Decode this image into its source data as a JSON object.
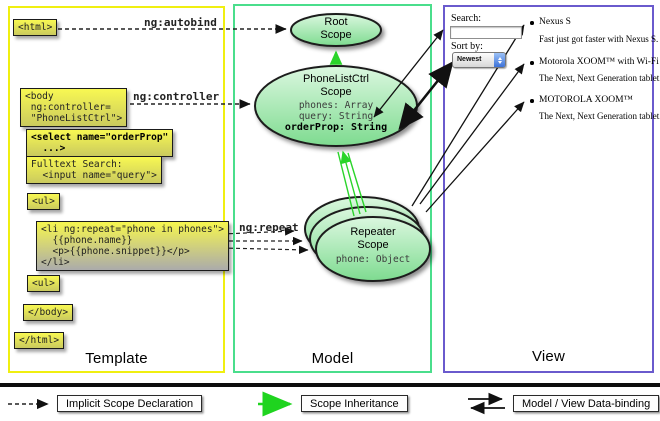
{
  "template_panel": {
    "label": "Template",
    "annotations": {
      "autobind": "ng:autobind",
      "controller": "ng:controller",
      "repeat": "ng:repeat"
    },
    "boxes": {
      "html_open": "<html>",
      "body_open": [
        "<body",
        " ng:controller=",
        " \"PhoneListCtrl\">"
      ],
      "select": [
        "<select name=\"orderProp\"",
        "  ...>"
      ],
      "fulltext": [
        "Fulltext Search:",
        "  <input name=\"query\">"
      ],
      "ul_open": "<ul>",
      "li_repeat": [
        "<li ng:repeat=\"phone in phones\">",
        "  {{phone.name}}",
        "  <p>{{phone.snippet}}</p>",
        "</li>"
      ],
      "ul_close": "<ul>",
      "body_close": "</body>",
      "html_close": "</html>"
    }
  },
  "model_panel": {
    "label": "Model",
    "root_scope": {
      "title1": "Root",
      "title2": "Scope"
    },
    "phonelist_scope": {
      "title1": "PhoneListCtrl",
      "title2": "Scope",
      "prop1": "phones: Array",
      "prop2": "query: String",
      "prop_bold": "orderProp: String"
    },
    "repeater_scope": {
      "title1": "Repeater",
      "title2": "Scope",
      "prop": "phone: Object"
    }
  },
  "view_panel": {
    "label": "View",
    "search_label": "Search:",
    "search_value": "",
    "sort_label": "Sort by:",
    "sort_value": "Newest",
    "items": [
      {
        "title": "Nexus S",
        "desc": "Fast just got faster with Nexus S."
      },
      {
        "title": "Motorola XOOM™ with Wi-Fi",
        "desc": "The Next, Next Generation tablet."
      },
      {
        "title": "MOTOROLA XOOM™",
        "desc": "The Next, Next Generation tablet."
      }
    ]
  },
  "legend": {
    "implicit": "Implicit Scope Declaration",
    "inheritance": "Scope Inheritance",
    "binding": "Model / View Data-binding"
  },
  "colors": {
    "template_border": "#f0ef10",
    "model_border": "#4ade8c",
    "view_border": "#6a5acd",
    "scope_fill_top": "#dbf7df",
    "scope_fill_bottom": "#7edb90",
    "inheritance_green": "#2ad42a",
    "codebox_yellow": "#f8f852"
  }
}
